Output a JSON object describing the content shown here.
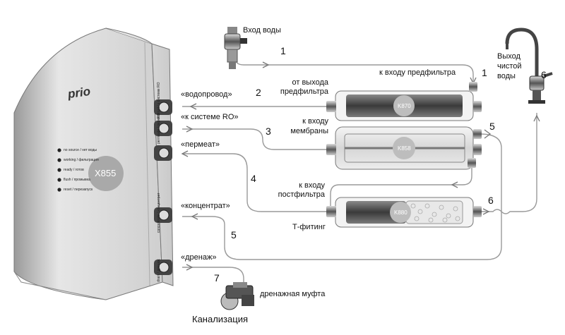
{
  "unit": {
    "brand": "prio",
    "model": "X855",
    "leds": [
      "no source / нет воды",
      "working / фильтрация",
      "ready / готов",
      "flush / промывка",
      "reset / перезапуск"
    ],
    "side_labels": [
      "RO out / к системе RO",
      "permeate / пермеат",
      "",
      "concentrate / концентрат",
      "drain / дренаж"
    ]
  },
  "filters": {
    "prefilter": "K870",
    "membrane": "K858",
    "postfilter": "K880"
  },
  "labels": {
    "inlet": "Вход воды",
    "to_prefilter": "к входу  предфильтра",
    "from_prefilter_1": "от выхода",
    "from_prefilter_2": "предфильтра",
    "to_membrane_1": "к входу",
    "to_membrane_2": "мембраны",
    "to_postfilter_1": "к входу",
    "to_postfilter_2": "постфильтра",
    "t_fitting": "Т-фитинг",
    "outlet_1": "Выход",
    "outlet_2": "чистой",
    "outlet_3": "воды",
    "drain_clamp": "дренажная муфта",
    "sewer": "Канализация"
  },
  "ports": {
    "supply": "«водопровод»",
    "ro": "«к системе RO»",
    "permeate": "«пермеат»",
    "concentrate": "«концентрат»",
    "drain": "«дренаж»"
  },
  "numbers": {
    "n1a": "1",
    "n1b": "1",
    "n2": "2",
    "n3": "3",
    "n4": "4",
    "n5a": "5",
    "n5b": "5",
    "n6a": "6",
    "n6b": "6",
    "n7": "7"
  }
}
